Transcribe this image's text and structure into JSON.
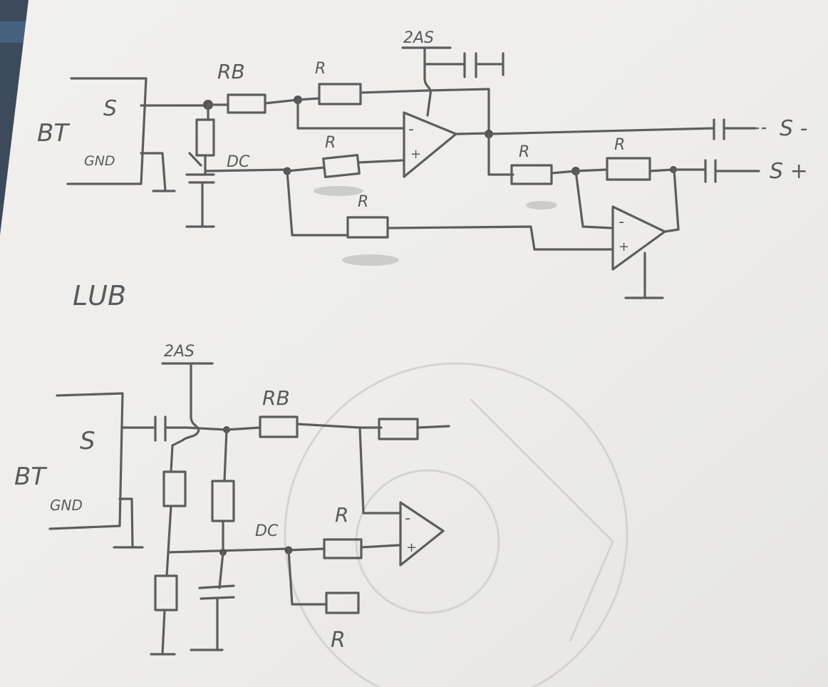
{
  "colors": {
    "paper": "#eeece9",
    "ink": "#5d5d5d",
    "background": "#3b4452"
  },
  "top": {
    "bt_label": "BT",
    "s_label": "S",
    "gnd_label": "GND",
    "rb_label": "RB",
    "r1_label": "R",
    "zas_label": "2AS",
    "dc_label": "DC",
    "r2_label": "R",
    "r3_label": "R",
    "r4_label": "R",
    "r5_label": "R",
    "out_minus_label": "S -",
    "out_plus_label": "S +",
    "opamp1_minus": "-",
    "opamp1_plus": "+",
    "opamp2_minus": "-",
    "opamp2_plus": "+"
  },
  "caption": "LUB",
  "bottom": {
    "bt_label": "BT",
    "s_label": "S",
    "gnd_label": "GND",
    "zas_label": "2AS",
    "rb_label": "RB",
    "dc_label": "DC",
    "r1_label": "R",
    "r2_label": "R",
    "opamp_minus": "-",
    "opamp_plus": "+"
  }
}
